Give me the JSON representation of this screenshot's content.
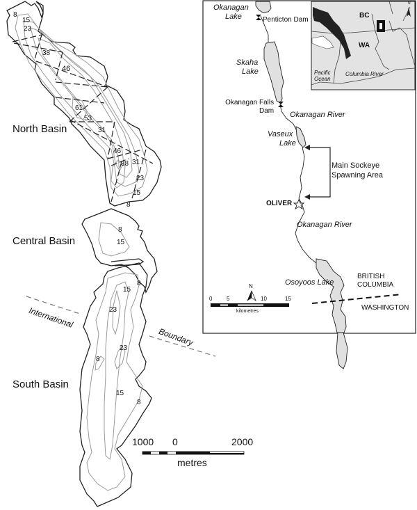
{
  "left_map": {
    "basins": [
      {
        "label": "North Basin"
      },
      {
        "label": "Central Basin"
      },
      {
        "label": "South Basin"
      }
    ],
    "boundary_labels": {
      "left": "International",
      "right": "Boundary"
    },
    "depth_labels": {
      "north": [
        "8",
        "15",
        "23",
        "38",
        "46",
        "61",
        "53",
        "31",
        "46",
        "38",
        "31",
        "23",
        "15",
        "8"
      ],
      "central": [
        "8",
        "15"
      ],
      "south": [
        "8",
        "15",
        "23",
        "23",
        "8",
        "15",
        "8"
      ]
    },
    "scale_bar": {
      "ticks": [
        "1000",
        "0",
        "2000"
      ],
      "unit": "metres"
    }
  },
  "right_map": {
    "labels": {
      "okanagan_lake": [
        "Okanagan",
        "Lake"
      ],
      "penticton_dam": "Penticton Dam",
      "skaha_lake": [
        "Skaha",
        "Lake"
      ],
      "okanagan_falls_dam": [
        "Okanagan Falls",
        "Dam"
      ],
      "okanagan_river_1": "Okanagan River",
      "vaseux_lake": [
        "Vaseux",
        "Lake"
      ],
      "spawning_area": [
        "Main Sockeye",
        "Spawning Area"
      ],
      "oliver": "OLIVER",
      "okanagan_river_2": "Okanagan River",
      "osoyoos_lake": "Osoyoos Lake",
      "british_columbia": [
        "BRITISH",
        "COLUMBIA"
      ],
      "washington": "WASHINGTON"
    },
    "north_arrow": "N",
    "scale_bar": {
      "ticks": [
        "0",
        "5",
        "10",
        "15"
      ],
      "unit": "kilometres"
    },
    "inset": {
      "labels": {
        "bc": "BC",
        "wa": "WA",
        "ocean": [
          "Pacific",
          "Ocean"
        ],
        "river": "Columbia River"
      },
      "north_arrow": "N"
    }
  },
  "colors": {
    "water_fill": "#e0e0e0",
    "inset_land": "#e3e3e3",
    "line": "#222222",
    "contour": "#9a9a9a"
  }
}
